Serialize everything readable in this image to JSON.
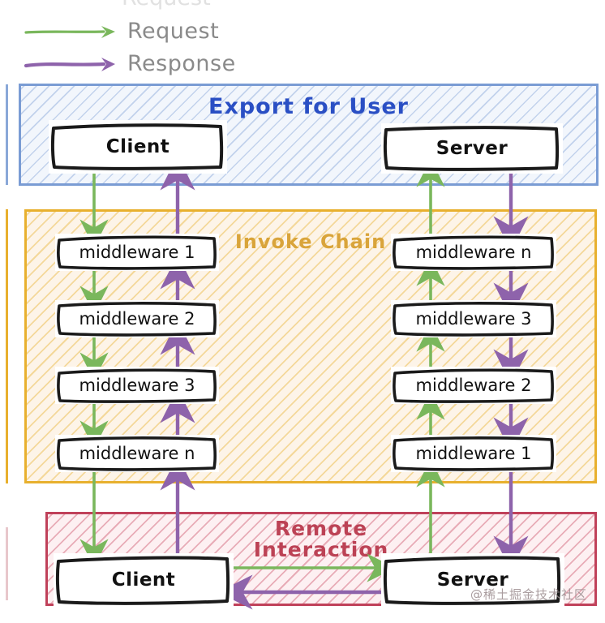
{
  "legend": {
    "items": [
      {
        "label": "Request",
        "color": "#7ab75c"
      },
      {
        "label": "Response",
        "color": "#8e63ab"
      }
    ],
    "ghost_label": "Request"
  },
  "sections": [
    {
      "id": "export-for-user",
      "title": "Export for User",
      "border_color": "#7a9cd4",
      "title_color": "#2a4fc4",
      "nodes": [
        {
          "id": "client-top",
          "label": "Client"
        },
        {
          "id": "server-top",
          "label": "Server"
        }
      ]
    },
    {
      "id": "invoke-chain",
      "title": "Invoke Chain",
      "border_color": "#e8b02e",
      "title_color": "#d9a43a",
      "left_column": [
        {
          "id": "mw-l1",
          "label": "middleware 1"
        },
        {
          "id": "mw-l2",
          "label": "middleware 2"
        },
        {
          "id": "mw-l3",
          "label": "middleware 3"
        },
        {
          "id": "mw-l4",
          "label": "middleware n"
        }
      ],
      "right_column": [
        {
          "id": "mw-r1",
          "label": "middleware n"
        },
        {
          "id": "mw-r2",
          "label": "middleware 3"
        },
        {
          "id": "mw-r3",
          "label": "middleware 2"
        },
        {
          "id": "mw-r4",
          "label": "middleware 1"
        }
      ]
    },
    {
      "id": "remote-interaction",
      "title_line1": "Remote",
      "title_line2": "Interaction",
      "border_color": "#c0415a",
      "title_color": "#bc4255",
      "nodes": [
        {
          "id": "client-bottom",
          "label": "Client"
        },
        {
          "id": "server-bottom",
          "label": "Server"
        }
      ]
    }
  ],
  "flow": {
    "request_color": "#7ab75c",
    "response_color": "#8e63ab",
    "request_direction_left": "down",
    "request_direction_right": "up",
    "response_direction_left": "up",
    "response_direction_right": "down"
  },
  "watermark": {
    "text": "@稀土掘金技术社区"
  }
}
